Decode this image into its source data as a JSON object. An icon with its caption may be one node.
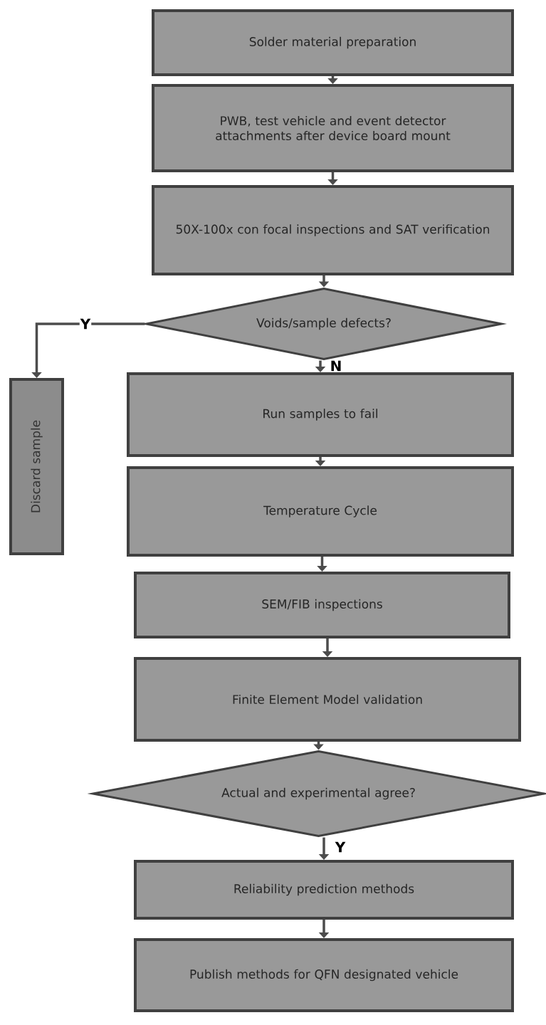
{
  "diagram": {
    "nodes": [
      {
        "text": [
          "Solder material preparation"
        ]
      },
      {
        "text": [
          "PWB, test vehicle and event detector attachments after device board mount"
        ]
      },
      {
        "text": [
          "50X-100x con focal inspections and SAT verification"
        ]
      },
      {
        "text": [
          "Voids/sample defects?"
        ]
      },
      {
        "text": [
          "Discard sample"
        ]
      },
      {
        "text": [
          "Run samples to fail"
        ]
      },
      {
        "text": [
          "Temperature Cycle"
        ]
      },
      {
        "text": [
          "SEM/FIB inspections"
        ]
      },
      {
        "text": [
          "Finite Element Model validation"
        ]
      },
      {
        "text": [
          "Actual and experimental agree?"
        ]
      },
      {
        "text": [
          "Reliability prediction methods"
        ]
      },
      {
        "text": [
          "Publish methods for QFN designated vehicle"
        ]
      }
    ],
    "edges": [
      {
        "from": 0,
        "to": 1,
        "arrow": "to"
      },
      {
        "from": 1,
        "to": 2,
        "arrow": "to"
      },
      {
        "from": 2,
        "to": 3,
        "arrow": "to"
      },
      {
        "from": 3,
        "to": 4,
        "arrow": "to",
        "label": "Y"
      },
      {
        "from": 3,
        "to": 5,
        "arrow": "to",
        "label": "N"
      },
      {
        "from": 5,
        "to": 6,
        "arrow": "to"
      },
      {
        "from": 6,
        "to": 7,
        "arrow": "to"
      },
      {
        "from": 7,
        "to": 8,
        "arrow": "to"
      },
      {
        "from": 8,
        "to": 9,
        "arrow": "to"
      },
      {
        "from": 9,
        "to": 10,
        "arrow": "to",
        "label": "Y"
      },
      {
        "from": 10,
        "to": 11,
        "arrow": "to"
      }
    ]
  }
}
